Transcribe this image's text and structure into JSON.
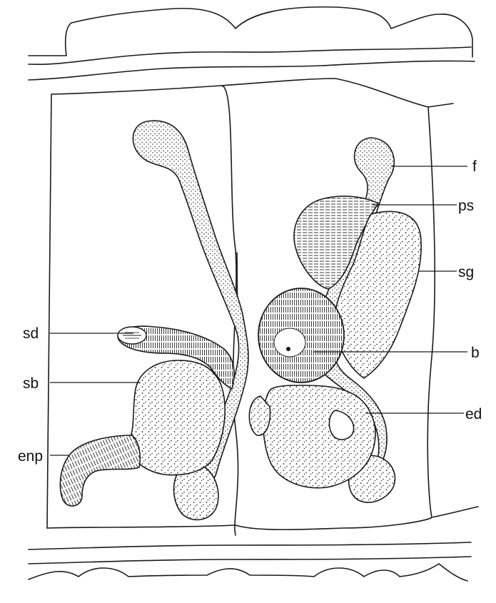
{
  "labels": {
    "f": "f",
    "ps": "ps",
    "sg": "sg",
    "b": "b",
    "ed": "ed",
    "sd": "sd",
    "sb": "sb",
    "enp": "enp"
  },
  "colors": {
    "ink": "#1a1a1a",
    "paper": "#ffffff"
  }
}
